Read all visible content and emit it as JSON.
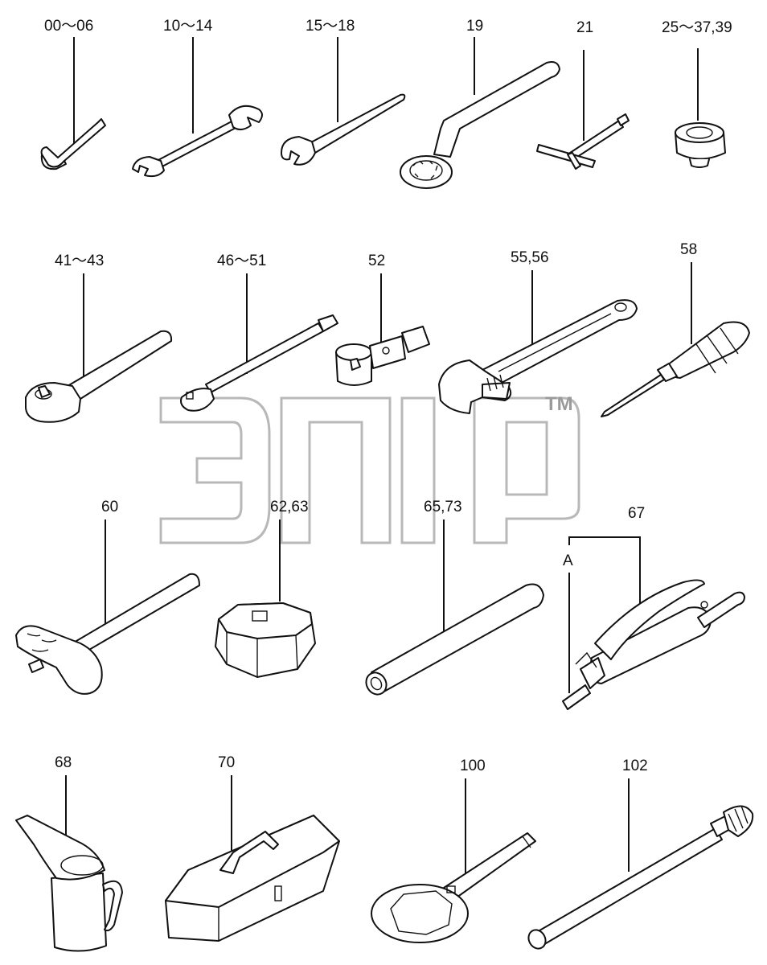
{
  "watermark": {
    "trademark": "TM"
  },
  "parts": [
    {
      "id": "p1",
      "label": "00～06",
      "icon": "hex-key-icon"
    },
    {
      "id": "p2",
      "label": "10～14",
      "icon": "double-open-end-wrench-icon"
    },
    {
      "id": "p3",
      "label": "15～18",
      "icon": "open-end-wrench-icon"
    },
    {
      "id": "p4",
      "label": "19",
      "icon": "offset-ring-wrench-icon"
    },
    {
      "id": "p5",
      "label": "21",
      "icon": "t-handle-wrench-icon"
    },
    {
      "id": "p6",
      "label": "25～37,39",
      "icon": "socket-icon"
    },
    {
      "id": "p7",
      "label": "41～43",
      "icon": "ratchet-handle-icon"
    },
    {
      "id": "p8",
      "label": "46～51",
      "icon": "extension-bar-icon"
    },
    {
      "id": "p9",
      "label": "52",
      "icon": "universal-joint-icon"
    },
    {
      "id": "p10",
      "label": "55,56",
      "icon": "adjustable-wrench-icon"
    },
    {
      "id": "p11",
      "label": "58",
      "icon": "screwdriver-icon"
    },
    {
      "id": "p12",
      "label": "60",
      "icon": "hammer-icon"
    },
    {
      "id": "p13",
      "label": "62,63",
      "icon": "filter-wrench-cap-icon"
    },
    {
      "id": "p14",
      "label": "65,73",
      "icon": "tube-bar-icon"
    },
    {
      "id": "p15",
      "label": "67",
      "icon": "grease-gun-icon",
      "sublabel": "A"
    },
    {
      "id": "p16",
      "label": "68",
      "icon": "oil-can-icon"
    },
    {
      "id": "p17",
      "label": "70",
      "icon": "tool-box-icon"
    },
    {
      "id": "p18",
      "label": "100",
      "icon": "hook-ring-spanner-icon"
    },
    {
      "id": "p19",
      "label": "102",
      "icon": "extension-handle-icon"
    }
  ]
}
